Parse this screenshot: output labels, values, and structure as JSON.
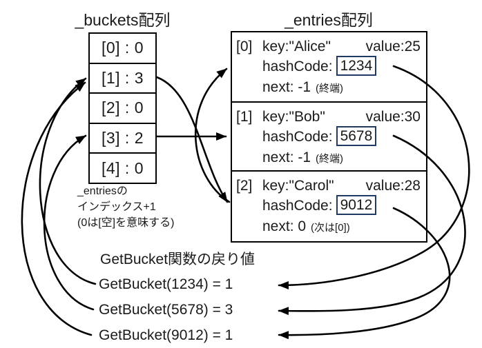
{
  "titles": {
    "buckets": "_buckets配列",
    "entries": "_entries配列"
  },
  "buckets": {
    "cells": [
      {
        "label": "[0] : 0"
      },
      {
        "label": "[1] : 3"
      },
      {
        "label": "[2] : 0"
      },
      {
        "label": "[3] : 2"
      },
      {
        "label": "[4] : 0"
      }
    ]
  },
  "buckets_note": {
    "line1": "_entriesの",
    "line2": "インデックス+1",
    "line3": "(0は[空]を意味する)"
  },
  "entries": {
    "items": [
      {
        "index_label": "[0]",
        "key_label": "key:\"Alice\"",
        "value_label": "value:25",
        "hash_label": "hashCode:",
        "hash_code": "1234",
        "next_label": "next: -1",
        "next_note": "(終端)"
      },
      {
        "index_label": "[1]",
        "key_label": "key:\"Bob\"",
        "value_label": "value:30",
        "hash_label": "hashCode:",
        "hash_code": "5678",
        "next_label": "next: -1",
        "next_note": "(終端)"
      },
      {
        "index_label": "[2]",
        "key_label": "key:\"Carol\"",
        "value_label": "value:28",
        "hash_label": "hashCode:",
        "hash_code": "9012",
        "next_label": "next: 0",
        "next_note": "(次は[0])"
      }
    ]
  },
  "getbucket": {
    "heading": "GetBucket関数の戻り値",
    "results": [
      {
        "label": "GetBucket(1234) = 1"
      },
      {
        "label": "GetBucket(5678) = 3"
      },
      {
        "label": "GetBucket(9012) = 1"
      }
    ]
  },
  "arrows": [
    {
      "from": "buckets[1]",
      "to": "entries[2]"
    },
    {
      "from": "buckets[3]",
      "to": "entries[1]"
    },
    {
      "from": "entries[2].next",
      "to": "entries[0]"
    },
    {
      "from": "entries[0].hashCode",
      "to": "GetBucket(1234) result"
    },
    {
      "from": "entries[1].hashCode",
      "to": "GetBucket(5678) result"
    },
    {
      "from": "entries[2].hashCode",
      "to": "GetBucket(9012) result"
    },
    {
      "from": "GetBucket(1234) = 1",
      "to": "buckets[1]"
    },
    {
      "from": "GetBucket(5678) = 3",
      "to": "buckets[3]"
    },
    {
      "from": "GetBucket(9012) = 1",
      "to": "buckets[1]"
    }
  ],
  "colors": {
    "line": "#000000",
    "hashcode_box_border": "#1f3864",
    "background": "#ffffff"
  }
}
